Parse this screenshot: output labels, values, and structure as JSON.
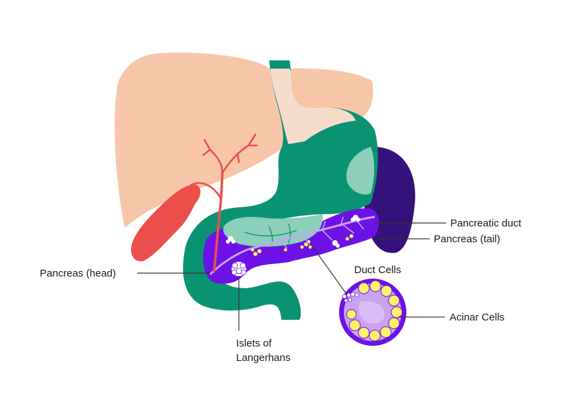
{
  "labels": {
    "pancreatic_duct": "Pancreatic duct",
    "pancreas_tail": "Pancreas (tail)",
    "pancreas_head": "Pancreas (head)",
    "duct_cells": "Duct Cells",
    "acinar_cells": "Acinar Cells",
    "islets_line1": "Islets of",
    "islets_line2": "Langerhans"
  },
  "colors": {
    "liver": "#f7c6a8",
    "liver_overlap": "#f6dccb",
    "stomach_duodenum": "#0a9373",
    "stomach_overlap": "#8ccfbb",
    "spleen": "#35127a",
    "pancreas": "#6c12e6",
    "pancreas_light": "#c9a3f3",
    "gallbladder": "#ec4f4b",
    "bile_duct": "#ec4f4b",
    "islet": "#ffffff",
    "acinar": "#fff066",
    "leader_line": "#333333"
  }
}
